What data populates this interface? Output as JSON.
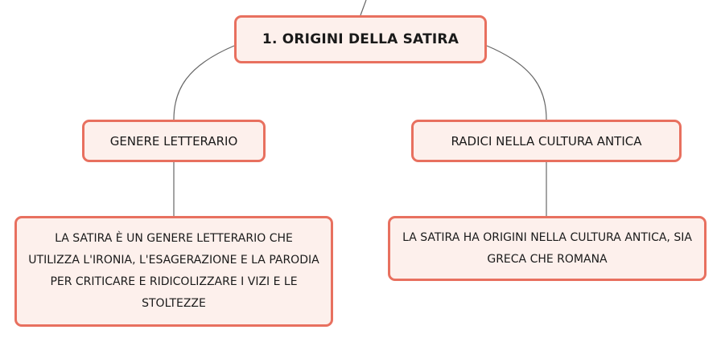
{
  "map": {
    "root": {
      "label": "1. ORIGINI DELLA SATIRA"
    },
    "branches": [
      {
        "label": "GENERE LETTERARIO",
        "child": {
          "label": "LA SATIRA È UN GENERE LETTERARIO CHE UTILIZZA L'IRONIA, L'ESAGERAZIONE E LA PARODIA PER CRITICARE E RIDICOLIZZARE I VIZI E LE STOLTEZZE"
        }
      },
      {
        "label": "RADICI NELLA CULTURA ANTICA",
        "child": {
          "label": "LA SATIRA HA ORIGINI NELLA CULTURA ANTICA, SIA GRECA CHE ROMANA"
        }
      }
    ]
  },
  "colors": {
    "node_border": "#e8705f",
    "node_fill": "#fdf0ec",
    "connector": "#666666",
    "text": "#1a1a1a"
  }
}
